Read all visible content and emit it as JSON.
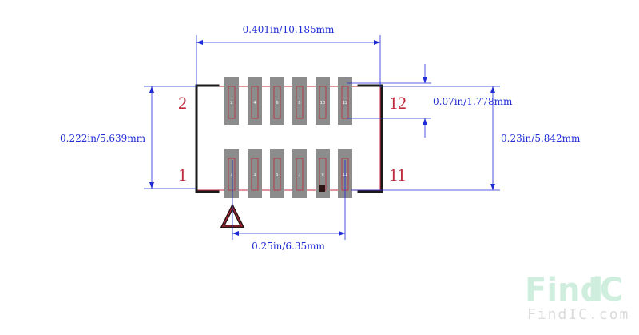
{
  "dimensions": {
    "width": "0.401in/10.185mm",
    "height_left": "0.222in/5.639mm",
    "height_right": "0.23in/5.842mm",
    "pitch": "0.07in/1.778mm",
    "bottom_span": "0.25in/6.35mm"
  },
  "corner_pins": {
    "top_left": "2",
    "bottom_left": "1",
    "top_right": "12",
    "bottom_right": "11"
  },
  "pads": {
    "top": [
      "2",
      "4",
      "6",
      "8",
      "10",
      "12"
    ],
    "bottom": [
      "1",
      "3",
      "5",
      "7",
      "9",
      "11"
    ]
  },
  "colors": {
    "dimension": "#1f2bd6",
    "pad": "#8c8c8c",
    "outline": "#c0283c",
    "silkscreen": "#1a1a1a"
  },
  "watermark": {
    "brand_left": "Find",
    "brand_right": "IC",
    "site": "FindIC.com"
  }
}
